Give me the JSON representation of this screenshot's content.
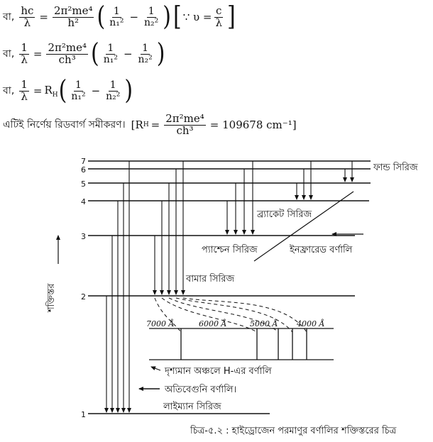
{
  "equations": {
    "prefix": "বা,",
    "eq1": {
      "lhs_num": "hc",
      "lhs_den": "λ",
      "coef_num": "2π²me⁴",
      "coef_den": "h²",
      "t1_num": "1",
      "t1_den": "n₁²",
      "t2_num": "1",
      "t2_den": "n₂²",
      "because": "∵ υ =",
      "rhs_num": "c",
      "rhs_den": "λ"
    },
    "eq2": {
      "lhs_num": "1",
      "lhs_den": "λ",
      "coef_num": "2π²me⁴",
      "coef_den": "ch³",
      "t1_num": "1",
      "t1_den": "n₁²",
      "t2_num": "1",
      "t2_den": "n₂²"
    },
    "eq3": {
      "lhs_num": "1",
      "lhs_den": "λ",
      "coef": "R",
      "coef_sub": "H",
      "t1_num": "1",
      "t1_den": "n₁²",
      "t2_num": "1",
      "t2_den": "n₂²"
    },
    "statement": {
      "text": "এটিই নির্ণেয় রিডবার্গ সমীকরণ।",
      "bracket_lhs": "[R",
      "bracket_sub": "H",
      "bracket_eq": "=",
      "frac_num": "2π²me⁴",
      "frac_den": "ch³",
      "value": "= 109678 cm⁻¹]"
    }
  },
  "diagram": {
    "levels": [
      "7",
      "6",
      "5",
      "4",
      "3",
      "2",
      "1"
    ],
    "series": {
      "pfund": "ফান্ড সিরিজ",
      "brackett": "ব্র্যাকেট সিরিজ",
      "paschen": "প্যাশ্চেন সিরিজ",
      "balmer": "বামার সিরিজ",
      "lyman": "লাইম্যান সিরিজ"
    },
    "infrared": "ইনফ্রারেড বর্ণালি",
    "visible": "দৃশ্যমান অঞ্চলে H-এর বর্ণালি",
    "ultraviolet": "অতিবেগুনি বর্ণালি।",
    "energy_axis": "শক্তিস্তর",
    "wavelengths": [
      "7000 Å",
      "6000 Å",
      "5000 Å",
      "4000 Å"
    ]
  },
  "caption": "চিত্র-৫.২ :  হাইড্রোজেন পরমাণুর বর্ণালির শক্তিস্তরের চিত্র"
}
